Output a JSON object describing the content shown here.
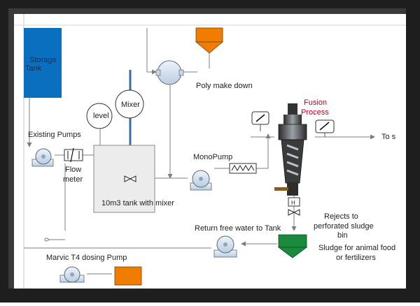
{
  "labels": {
    "storage_line1": ". Storage",
    "storage_line2": "Tank",
    "poly_make_down": "Poly make down",
    "fusion_line1": "Fusion",
    "fusion_line2": "Process",
    "to_s": "To s",
    "existing_pumps": "Existing Pumps",
    "mixer": "Mixer",
    "level": "level",
    "flow_line1": "Flow",
    "flow_line2": "meter",
    "tank_with_mixer": "10m3 tank with mixer",
    "monopump": "MonoPump",
    "rejects_line1": "Rejects to",
    "rejects_line2": "perforated sludge",
    "rejects_line3": "bin",
    "return_free_water": "Return free water to Tank",
    "sludge_line1": "Sludge for animal food",
    "sludge_line2": "or fertilizers",
    "marvic_pump": "Marvic T4 dosing Pump",
    "valve_h": "H"
  },
  "colors": {
    "tank_blue": "#0b6fc0",
    "hopper_orange": "#f07c00",
    "sludge_green": "#1a8a3c",
    "fusion_red": "#c0001a",
    "line_gray": "#7f7f7f",
    "frame_dark": "#2b2b2b"
  }
}
